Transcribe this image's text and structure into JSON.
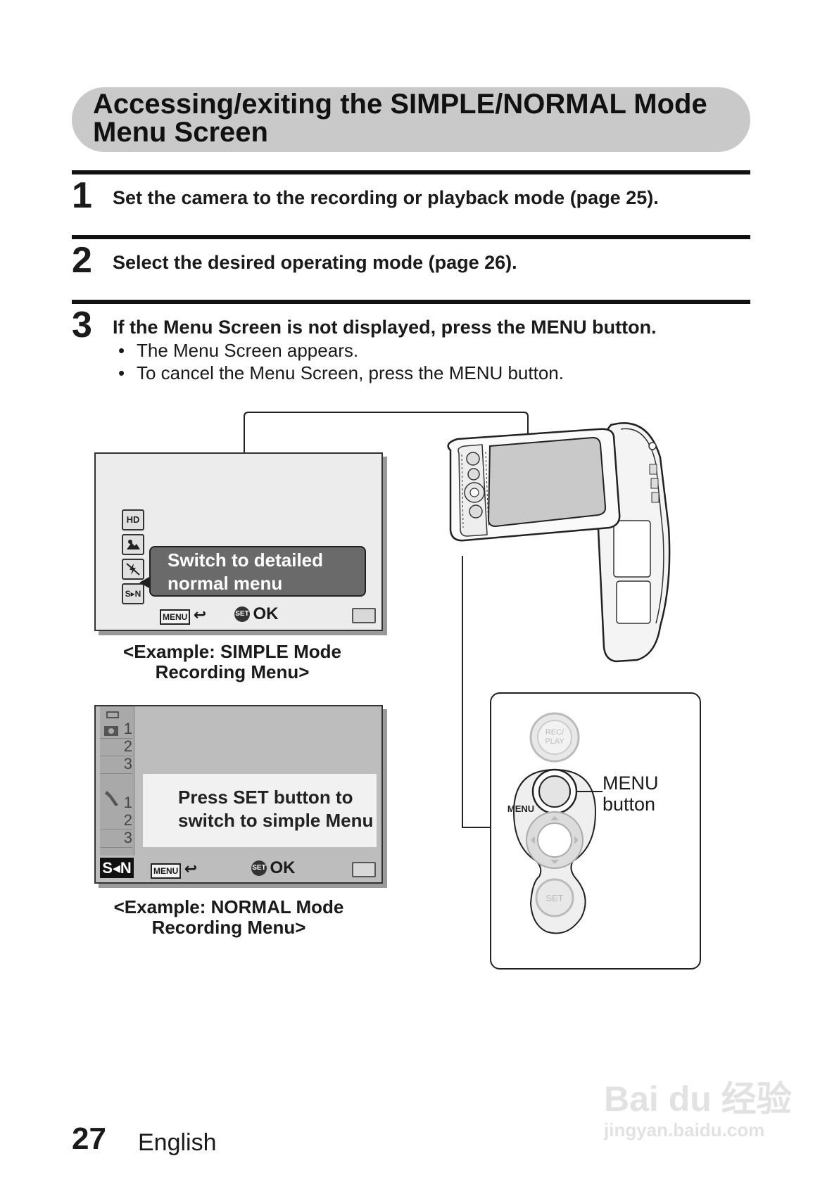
{
  "title": {
    "line1": "Accessing/exiting the SIMPLE/NORMAL Mode",
    "line2": "Menu Screen"
  },
  "steps": [
    {
      "num": "1",
      "text": "Set the camera to the recording or playback mode (page 25)."
    },
    {
      "num": "2",
      "text": "Select the desired operating mode (page 26)."
    },
    {
      "num": "3",
      "text": "If the Menu Screen is not displayed, press the MENU button.",
      "bullets": [
        "The Menu Screen appears.",
        "To cancel the Menu Screen, press the MENU button."
      ]
    }
  ],
  "bullet_char": "•",
  "simple_screen": {
    "icons": [
      "HD",
      "",
      "",
      "S▸N"
    ],
    "callout_line1": "Switch to detailed",
    "callout_line2": "normal menu",
    "menu_label": "MENU",
    "set_label": "SET",
    "ok_label": "OK",
    "caption_line1": "<Example: SIMPLE Mode",
    "caption_line2": "Recording Menu>"
  },
  "normal_screen": {
    "group1_numbers": [
      "1",
      "2",
      "3"
    ],
    "group2_numbers": [
      "1",
      "2",
      "3"
    ],
    "message_line1": "Press SET button to",
    "message_line2": "switch to simple Menu",
    "sn_label": "S◂N",
    "menu_label": "MENU",
    "set_label": "SET",
    "ok_label": "OK",
    "caption_line1": "<Example: NORMAL Mode",
    "caption_line2": "Recording Menu>"
  },
  "camera_panel": {
    "rec_play_label": "REC/\nPLAY",
    "menu_small_label": "MENU",
    "set_label": "SET",
    "menu_button_line1": "MENU",
    "menu_button_line2": "button"
  },
  "footer": {
    "page_number": "27",
    "language": "English"
  },
  "watermark": {
    "brand": "Bai du 经验",
    "url": "jingyan.baidu.com"
  },
  "colors": {
    "title_pill": "#c9c9c9",
    "lcd_simple_bg": "#ececec",
    "lcd_normal_bg": "#bdbdbd",
    "callout_bg": "#6a6a6a"
  }
}
